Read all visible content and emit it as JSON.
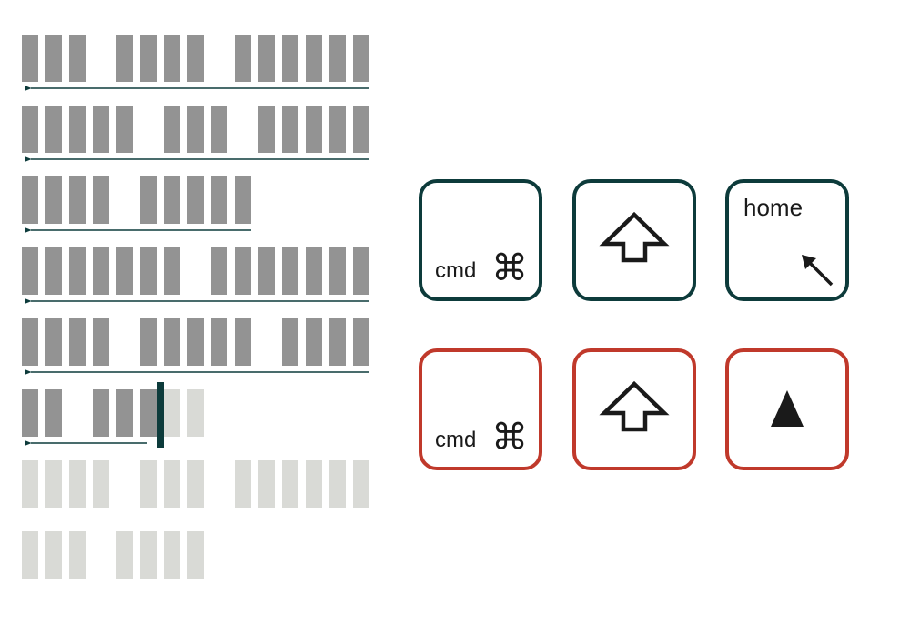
{
  "colors": {
    "char_selected": "#939393",
    "char_unselected": "#d9dad6",
    "arrow": "#0d3b3b",
    "caret": "#0d3b3b",
    "key_border_primary": "#0d3b3b",
    "key_border_alternate": "#c0392b",
    "key_text": "#1a1a1a"
  },
  "text_block": {
    "lines": [
      {
        "words": [
          3,
          4,
          6
        ],
        "selected": true,
        "arrow": true
      },
      {
        "words": [
          5,
          3,
          5
        ],
        "selected": true,
        "arrow": true
      },
      {
        "words": [
          4,
          5
        ],
        "selected": true,
        "arrow": true
      },
      {
        "words": [
          7,
          7
        ],
        "selected": true,
        "arrow": true
      },
      {
        "words": [
          4,
          5,
          4
        ],
        "selected": true,
        "arrow": true
      },
      {
        "words": [
          2,
          5
        ],
        "selected_chars": 5,
        "caret_after_char": 5,
        "arrow": true
      },
      {
        "words": [
          4,
          3,
          6
        ],
        "selected": false,
        "arrow": false
      },
      {
        "words": [
          3,
          4
        ],
        "selected": false,
        "arrow": false
      }
    ]
  },
  "shortcuts": [
    {
      "variant": "primary",
      "keys": [
        {
          "name": "cmd",
          "label": "cmd",
          "symbol": "⌘",
          "icon": "command-icon"
        },
        {
          "name": "shift",
          "label": "",
          "icon": "shift-arrow-icon"
        },
        {
          "name": "home",
          "label": "home",
          "icon": "north-west-arrow-icon"
        }
      ]
    },
    {
      "variant": "alternate",
      "keys": [
        {
          "name": "cmd",
          "label": "cmd",
          "symbol": "⌘",
          "icon": "command-icon"
        },
        {
          "name": "shift",
          "label": "",
          "icon": "shift-arrow-icon"
        },
        {
          "name": "up",
          "label": "",
          "icon": "up-triangle-icon"
        }
      ]
    }
  ]
}
